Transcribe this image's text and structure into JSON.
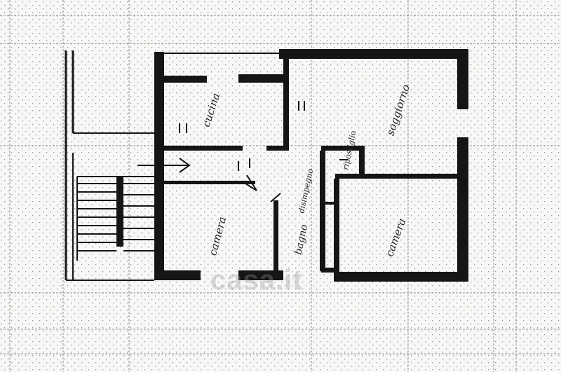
{
  "rooms": {
    "kitchen": "cucina",
    "living": "soggiorno",
    "bedroom_left": "camera",
    "bathroom": "bagno",
    "bedroom_right": "camera",
    "hall": "disimpegno",
    "closet": "ripostiglio"
  },
  "watermark": "casa.it",
  "colors": {
    "paper": "#f7f7f5",
    "ink": "#151515",
    "grid": "#9a9a9a"
  }
}
